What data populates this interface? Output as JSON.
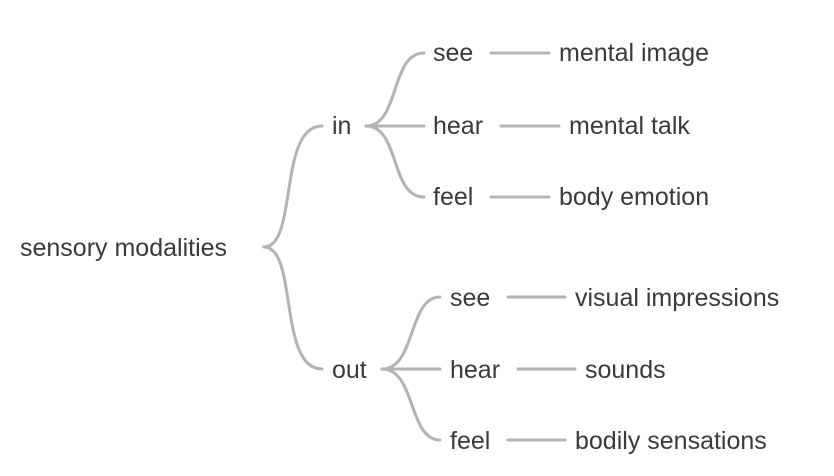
{
  "diagram": {
    "type": "mind-map",
    "edge_color": "#b3b3b3",
    "text_color": "#3a3a3a",
    "root": {
      "label": "sensory modalities",
      "children": [
        {
          "label": "in",
          "children": [
            {
              "label": "see",
              "children": [
                {
                  "label": "mental image"
                }
              ]
            },
            {
              "label": "hear",
              "children": [
                {
                  "label": "mental talk"
                }
              ]
            },
            {
              "label": "feel",
              "children": [
                {
                  "label": "body emotion"
                }
              ]
            }
          ]
        },
        {
          "label": "out",
          "children": [
            {
              "label": "see",
              "children": [
                {
                  "label": "visual impressions"
                }
              ]
            },
            {
              "label": "hear",
              "children": [
                {
                  "label": "sounds"
                }
              ]
            },
            {
              "label": "feel",
              "children": [
                {
                  "label": "bodily sensations"
                }
              ]
            }
          ]
        }
      ]
    }
  }
}
